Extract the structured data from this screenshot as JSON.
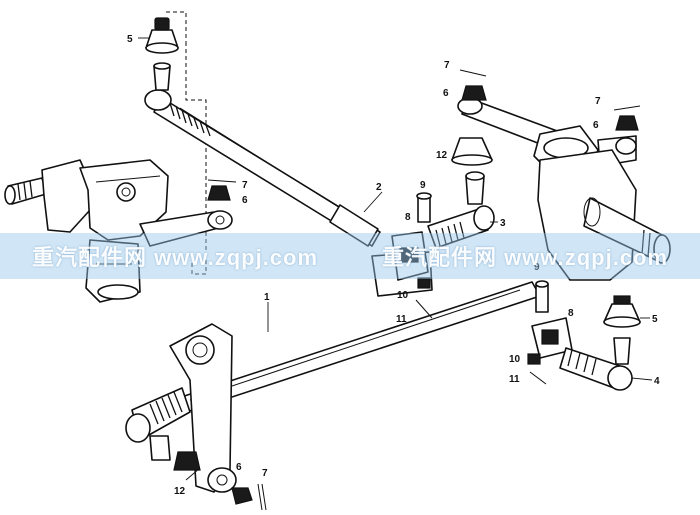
{
  "diagram": {
    "callouts": [
      "1",
      "2",
      "3",
      "4",
      "5",
      "6",
      "7",
      "8",
      "9",
      "10",
      "11",
      "12"
    ]
  },
  "watermark": {
    "segments": [
      "重汽配件网 www.zqpj.com",
      "重汽配件网 www.zqpj.com"
    ]
  }
}
